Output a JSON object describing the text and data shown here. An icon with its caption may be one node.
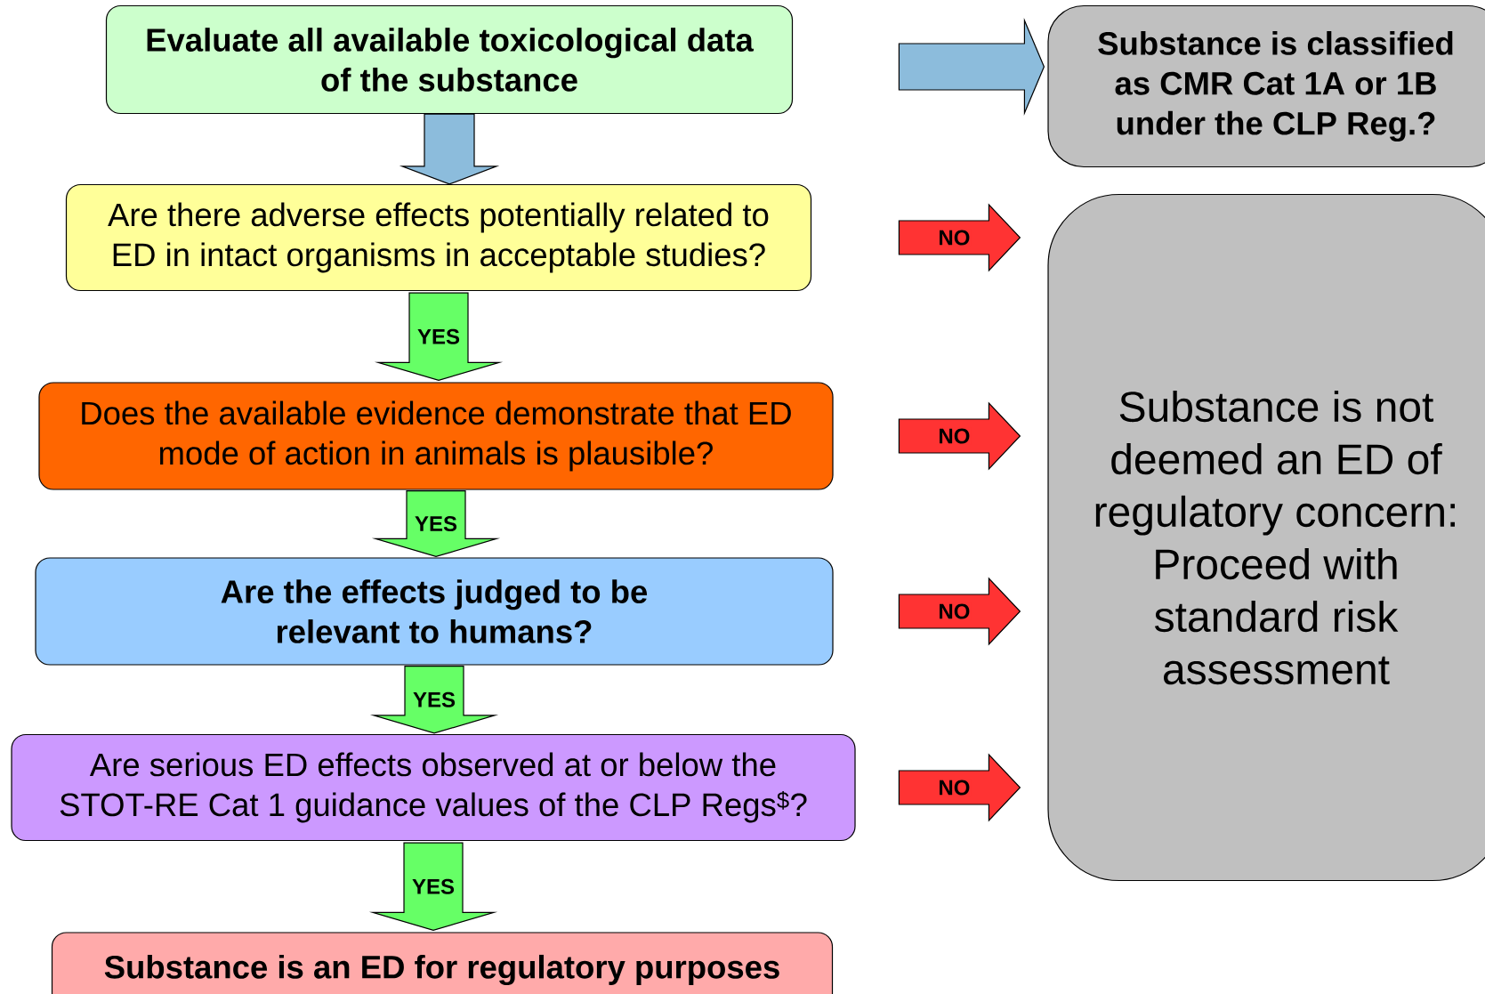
{
  "diagram": {
    "nodes": [
      {
        "text": [
          "Evaluate all available toxicological data of the substance"
        ]
      },
      {
        "text": [
          "Are there adverse effects potentially related to ED in intact organisms in acceptable studies?"
        ]
      },
      {
        "text": [
          "Does the available evidence demonstrate that ED mode of action in animals is plausible?"
        ]
      },
      {
        "text": [
          "Are the effects judged to be relevant to humans?"
        ]
      },
      {
        "text": [
          "Are serious ED effects observed at or below the STOT-RE Cat 1 guidance values of the CLP Regs$^{$}$?"
        ]
      },
      {
        "text": [
          "Substance is an ED for regulatory purposes"
        ]
      },
      {
        "text": [
          "Substance is classified as CMR Cat 1A or 1B under the CLP Reg.?"
        ]
      },
      {
        "text": [
          "Substance is not deemed an ED of regulatory concern: Proceed with standard risk assessment"
        ]
      }
    ],
    "edges": [
      {
        "from": 0,
        "to": 1,
        "arrow": "to",
        "color": "#8cbcdc"
      },
      {
        "from": 1,
        "to": 2,
        "arrow": "to",
        "label": "YES",
        "color": "#66ff66"
      },
      {
        "from": 2,
        "to": 3,
        "arrow": "to",
        "label": "YES",
        "color": "#66ff66"
      },
      {
        "from": 3,
        "to": 4,
        "arrow": "to",
        "label": "YES",
        "color": "#66ff66"
      },
      {
        "from": 4,
        "to": 5,
        "arrow": "to",
        "label": "YES",
        "color": "#66ff66"
      },
      {
        "from": 1,
        "to": 7,
        "arrow": "to",
        "label": "NO",
        "color": "#ff3333"
      },
      {
        "from": 2,
        "to": 7,
        "arrow": "to",
        "label": "NO",
        "color": "#ff3333"
      },
      {
        "from": 3,
        "to": 7,
        "arrow": "to",
        "label": "NO",
        "color": "#ff3333"
      },
      {
        "from": 4,
        "to": 7,
        "arrow": "to",
        "label": "NO",
        "color": "#ff3333"
      },
      {
        "from": null,
        "to": 6,
        "arrow": "to",
        "color": "#8cbcdc"
      }
    ]
  }
}
